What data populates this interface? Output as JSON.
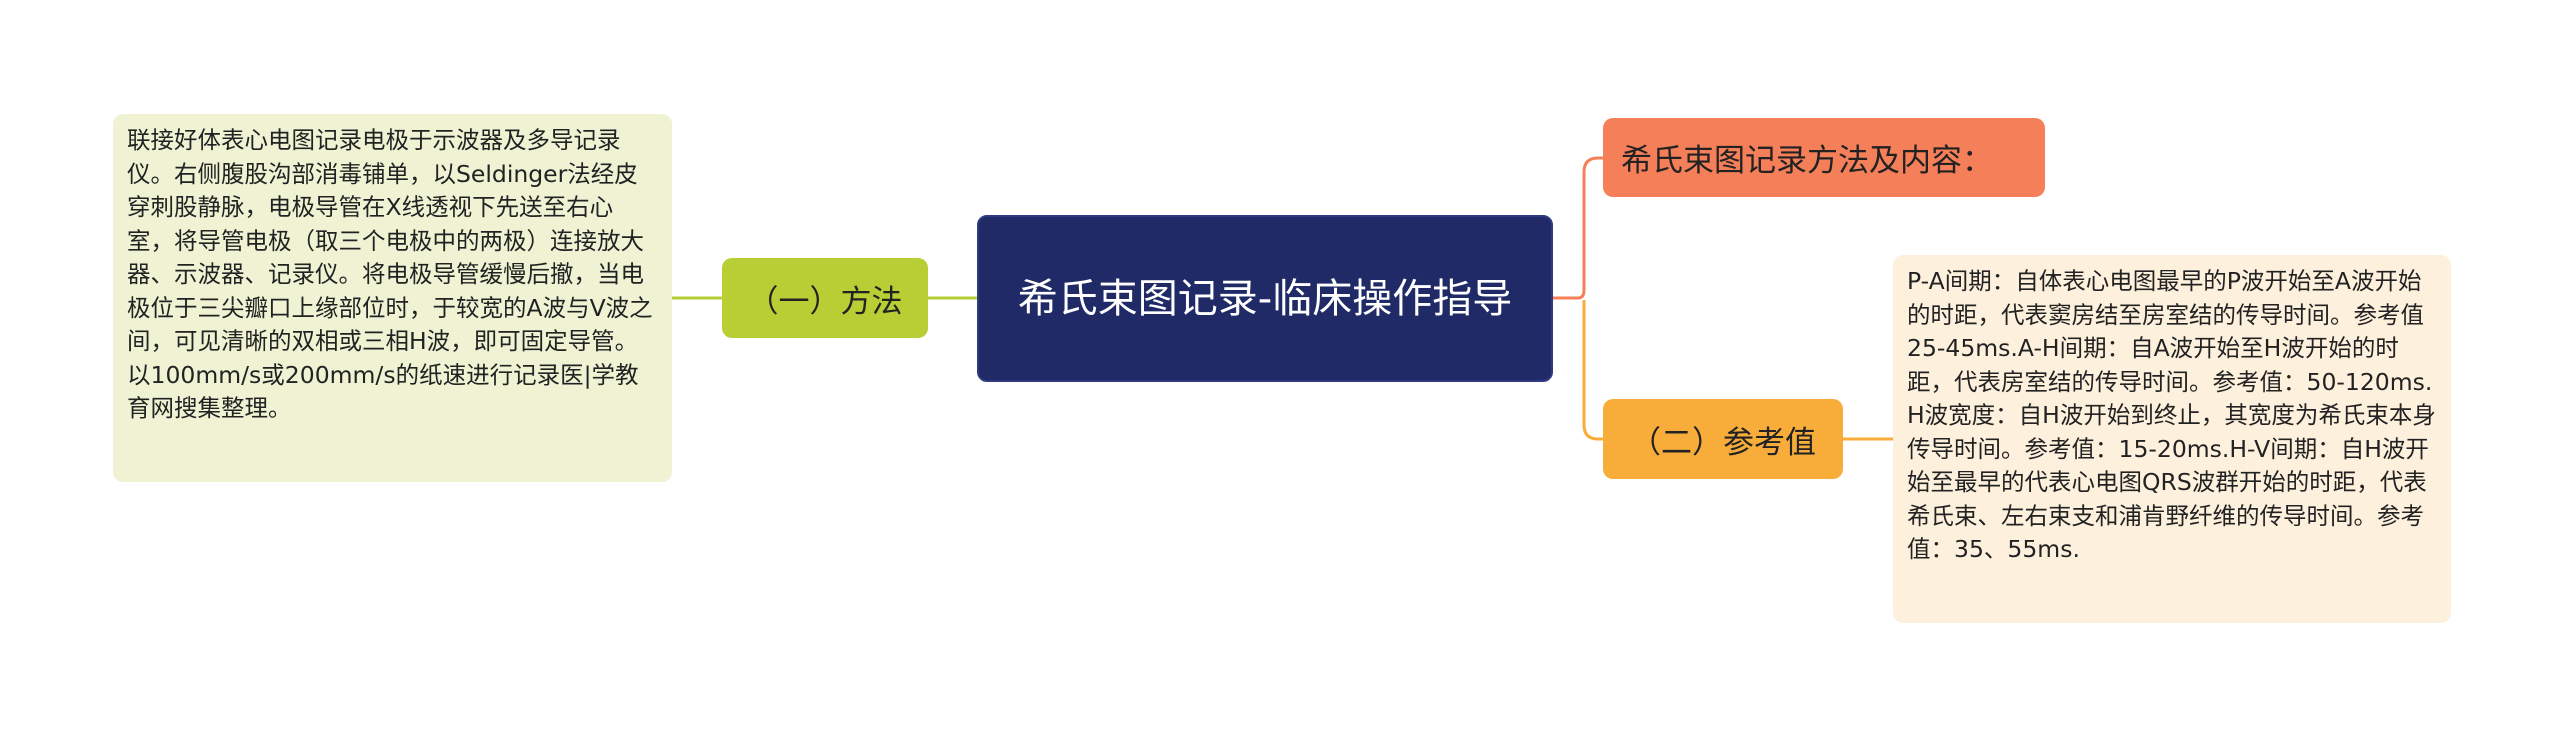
{
  "mindmap": {
    "root": {
      "title": "希氏束图记录-临床操作指导"
    },
    "branches": {
      "method": {
        "label": "（一）方法",
        "detail": "联接好体表心电图记录电极于示波器及多导记录仪。右侧腹股沟部消毒铺单，以Seldinger法经皮穿刺股静脉，电极导管在X线透视下先送至右心室，将导管电极（取三个电极中的两极）连接放大器、示波器、记录仪。将电极导管缓慢后撤，当电极位于三尖瓣口上缘部位时，于较宽的A波与V波之间，可见清晰的双相或三相H波，即可固定导管。以100mm/s或200mm/s的纸速进行记录医|学教育网搜集整理。"
      },
      "overview": {
        "label": "希氏束图记录方法及内容："
      },
      "reference": {
        "label": "（二）参考值",
        "detail": "P-A间期：自体表心电图最早的P波开始至A波开始的时距，代表窦房结至房室结的传导时间。参考值25-45ms.A-H间期：自A波开始至H波开始的时距，代表房室结的传导时间。参考值：50-120ms.H波宽度：自H波开始到终止，其宽度为希氏束本身传导时间。参考值：15-20ms.H-V间期：自H波开始至最早的代表心电图QRS波群开始的时距，代表希氏束、左右束支和浦肯野纤维的传导时间。参考值：35、55ms."
      }
    },
    "colors": {
      "root": "#202a67",
      "method": "#b8ce35",
      "method_leaf": "#eff3d4",
      "overview": "#f57f58",
      "reference": "#f8ad3a",
      "reference_leaf": "#fdf0dd"
    }
  }
}
